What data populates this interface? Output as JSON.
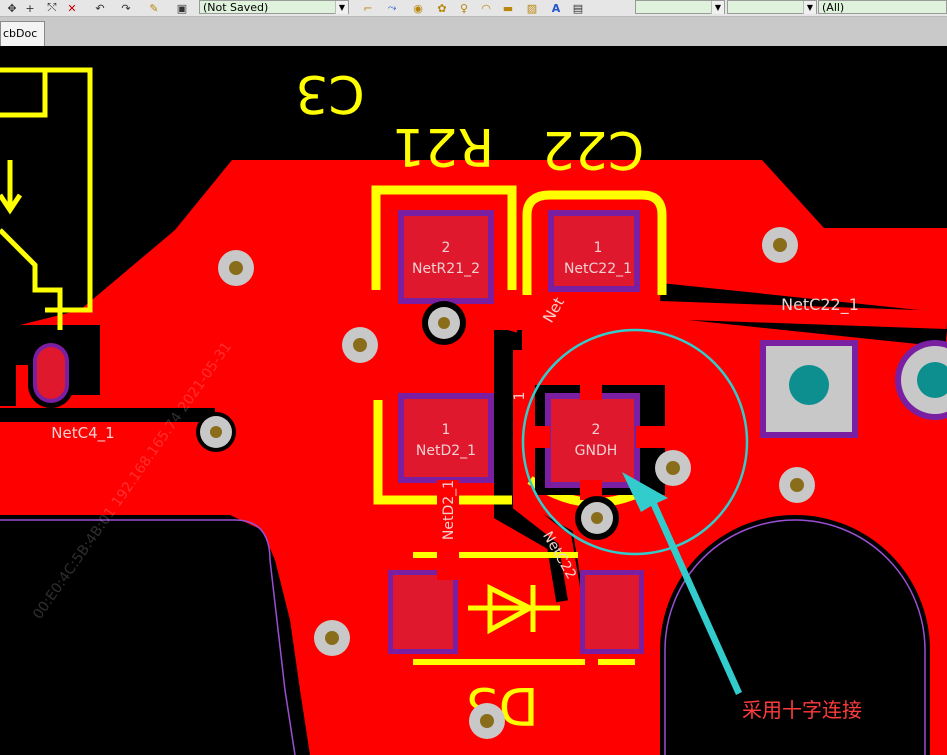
{
  "toolbar": {
    "layer_combo_value": "(Not Saved)",
    "filter_combo_value": "(All)",
    "icons": [
      "move-icon",
      "cross-icon",
      "select-icon",
      "delete-icon",
      "undo-icon",
      "redo-icon",
      "brush-icon",
      "component-icon",
      "route-icon",
      "arc-icon",
      "fill-icon",
      "text-icon",
      "dimension-icon"
    ]
  },
  "tabs": {
    "document_tab": "cbDoc *"
  },
  "pcb": {
    "designators": {
      "c3": "C3",
      "r21": "R21",
      "c22": "C22",
      "d3": "D3"
    },
    "pads": {
      "r21_pad2_number": "2",
      "r21_pad2_net": "NetR21_2",
      "c22_pad1_number": "1",
      "c22_pad1_net": "NetC22_1",
      "d2_pad1_number": "1",
      "d2_pad1_net": "NetD2_1",
      "gndh_pad_number": "2",
      "gndh_pad_net": "GNDH"
    },
    "net_labels": {
      "netc22_1_right": "NetC22_1",
      "netc4_1": "NetC4_1",
      "net_partial": "Net",
      "netd2_vertical": "NetD2_1",
      "netc22_vertical": "NetC22",
      "pad_fragment_1": "1"
    },
    "watermark": "00:E0:4C:5B:4B:01 192.168.165.74 2021-05-31"
  },
  "annotation": {
    "text": "采用十字连接"
  },
  "colors": {
    "board": "#000000",
    "copper_top": "#ff0000",
    "silkscreen": "#ffff00",
    "pad_outline": "#7b1fa2",
    "via": "#c8c8c8",
    "via_hole": "#8a6d1a",
    "highlight": "#33cccc",
    "annotation_text": "#ff3b3b"
  }
}
